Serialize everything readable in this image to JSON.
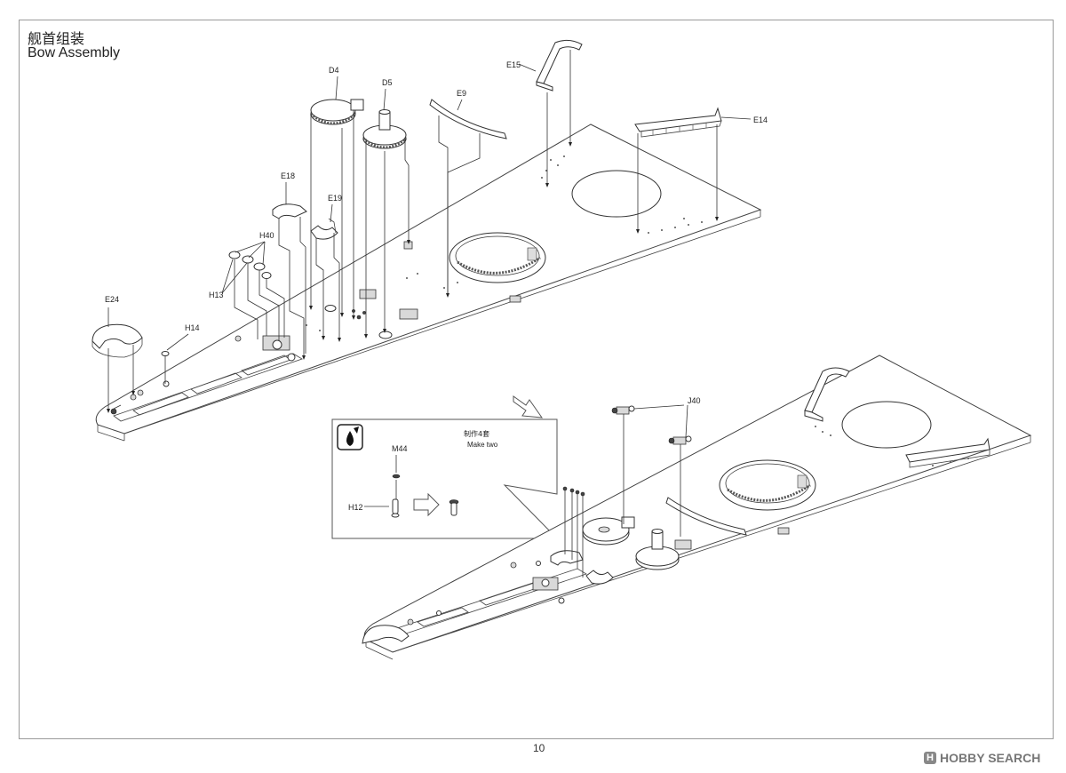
{
  "title": {
    "cn": "舰首组装",
    "en": "Bow Assembly"
  },
  "page_number": "10",
  "watermark": {
    "badge": "H",
    "text": "HOBBY SEARCH"
  },
  "part_labels": {
    "d4": "D4",
    "d5": "D5",
    "e9": "E9",
    "e15": "E15",
    "e14": "E14",
    "e18": "E18",
    "e19": "E19",
    "h40": "H40",
    "h13": "H13",
    "e24": "E24",
    "h14": "H14",
    "j40": "J40"
  },
  "inset": {
    "cn": "制作4套",
    "en": "Make two",
    "m44": "M44",
    "h12": "H12",
    "glue_icon": "cement-drop-icon",
    "arrow_icon": "right-arrow-icon"
  },
  "step_arrow_icon": "down-right-arrow-icon"
}
